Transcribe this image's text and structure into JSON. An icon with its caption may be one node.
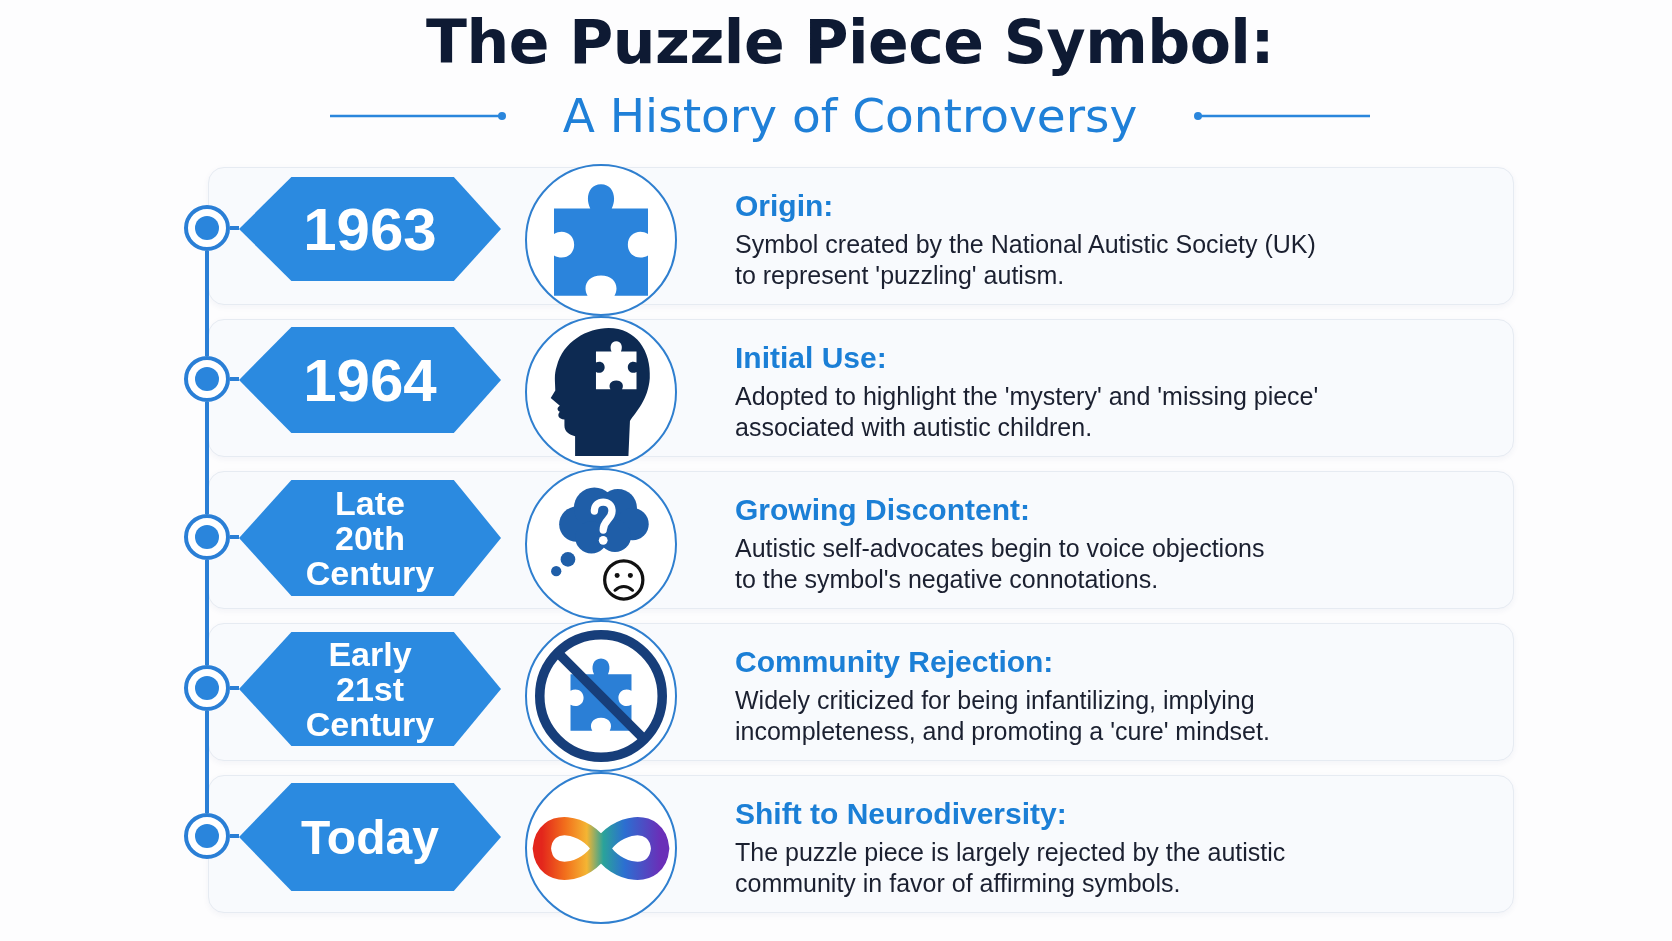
{
  "diagram": {
    "title": "The Puzzle Piece Symbol:",
    "nodes": [
      {
        "text": [
          "Origin:",
          "Symbol created by the National Autistic Society (UK) to represent 'puzzling' autism."
        ]
      },
      {
        "text": [
          "1963"
        ],
        "in": 0
      },
      {
        "text": [],
        "shape": "picture"
      },
      {
        "text": [],
        "shape": "circle"
      },
      {
        "text": [
          "Initial Use:",
          "Adopted to highlight the 'mystery' and 'missing piece' associated with autistic children."
        ]
      },
      {
        "text": [
          "1964"
        ],
        "in": 4
      },
      {
        "text": [],
        "shape": "picture"
      },
      {
        "text": [],
        "shape": "circle"
      },
      {
        "text": [
          "Growing Discontent:",
          "Autistic self-advocates begin to voice objections to the symbol's negative connotations."
        ]
      },
      {
        "text": [
          "Late 20th Century"
        ],
        "in": 8
      },
      {
        "text": [],
        "shape": "picture"
      },
      {
        "text": [],
        "shape": "circle"
      },
      {
        "text": [
          "Community Rejection:",
          "Widely criticized for being infantilizing, implying incompleteness, and promoting a 'cure' mindset."
        ]
      },
      {
        "text": [
          "Early 21st Century"
        ],
        "in": 12
      },
      {
        "text": [],
        "shape": "picture"
      },
      {
        "text": [],
        "shape": "circle"
      },
      {
        "text": [
          "Shift to Neurodiversity:",
          "The puzzle piece is largely rejected by the autistic community in favor of affirming symbols."
        ]
      },
      {
        "text": [
          "Today"
        ],
        "in": 16
      },
      {
        "text": [],
        "shape": "picture"
      },
      {
        "text": [],
        "shape": "circle"
      }
    ],
    "edges": [
      {
        "from": 3,
        "to": 1,
        "arrow": "none"
      },
      {
        "from": 7,
        "to": 5,
        "arrow": "none"
      },
      {
        "from": 11,
        "to": 9,
        "arrow": "none"
      },
      {
        "from": 15,
        "to": 13,
        "arrow": "none"
      },
      {
        "from": 19,
        "to": 17,
        "arrow": "none"
      },
      {
        "from": 3,
        "to": 7,
        "arrow": "none"
      },
      {
        "from": 7,
        "to": 11,
        "arrow": "none"
      },
      {
        "from": 11,
        "to": 15,
        "arrow": "none"
      },
      {
        "from": 15,
        "to": 19,
        "arrow": "none"
      }
    ],
    "labels": [
      "A History of Controversy"
    ]
  }
}
